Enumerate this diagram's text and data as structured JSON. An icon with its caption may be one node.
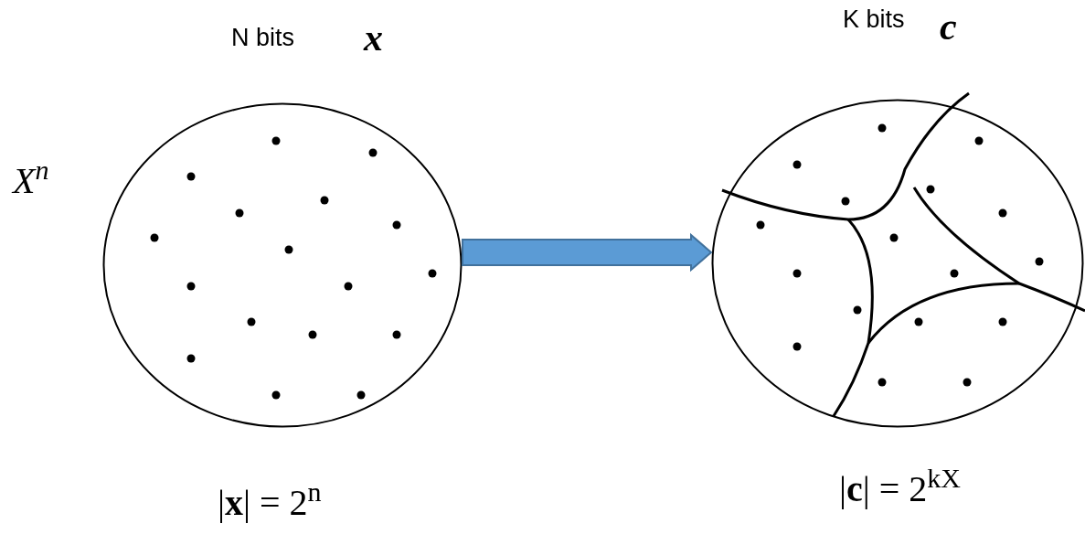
{
  "diagram": {
    "nodes": [
      {
        "text": [],
        "shape": "circle"
      },
      {
        "text": [],
        "shape": "circle"
      }
    ],
    "edges": [
      {
        "from": 0,
        "to": 1,
        "arrow": "to"
      }
    ],
    "labels": [
      "N bits",
      "x",
      "X$^{n}$",
      "|**x**| = 2$^{n}$",
      "K bits",
      "c",
      "|**c**| = 2$^{kX}$"
    ]
  }
}
